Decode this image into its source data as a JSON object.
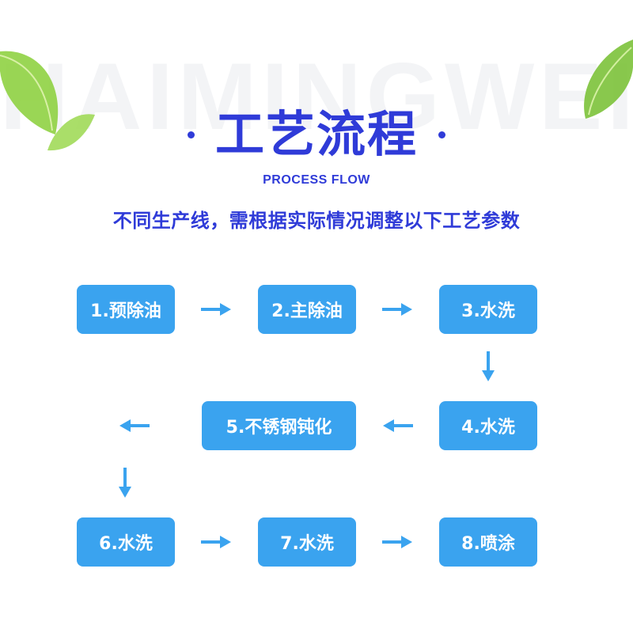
{
  "watermark": "HAIMINGWEI",
  "title": "工艺流程",
  "subtitle": "PROCESS FLOW",
  "description": "不同生产线，需根据实际情况调整以下工艺参数",
  "steps": [
    {
      "label": "1.预除油"
    },
    {
      "label": "2.主除油"
    },
    {
      "label": "3.水洗"
    },
    {
      "label": "4.水洗"
    },
    {
      "label": "5.不锈钢钝化"
    },
    {
      "label": "6.水洗"
    },
    {
      "label": "7.水洗"
    },
    {
      "label": "8.喷涂"
    }
  ],
  "colors": {
    "accent": "#2f3bd8",
    "step_fill": "#3aa3ef",
    "arrow": "#3aa3ef",
    "leaf": "#7cc23a"
  }
}
